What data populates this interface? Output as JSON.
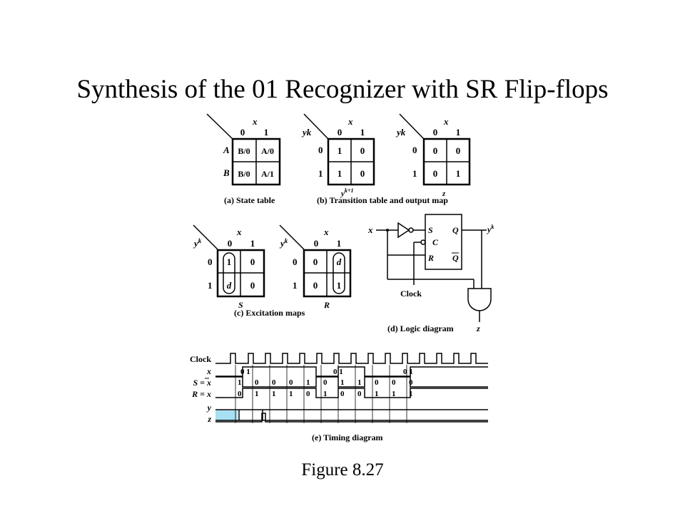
{
  "title": "Synthesis of the 01 Recognizer with SR Flip-flops",
  "figure_label": "Figure 8.27",
  "panels": {
    "state_table": {
      "caption": "(a) State table",
      "col_var": "x",
      "cols": [
        "0",
        "1"
      ],
      "rows": [
        "A",
        "B"
      ],
      "cells": [
        [
          "B/0",
          "A/0"
        ],
        [
          "B/0",
          "A/1"
        ]
      ]
    },
    "transition_table": {
      "caption": "(b) Transition table and output map",
      "row_var": "yk",
      "col_var": "x",
      "cols": [
        "0",
        "1"
      ],
      "rows": [
        "0",
        "1"
      ],
      "map1": {
        "cells": [
          [
            "1",
            "0"
          ],
          [
            "1",
            "0"
          ]
        ],
        "label": "y",
        "label_sup": "k+1"
      },
      "map2": {
        "cells": [
          [
            "0",
            "0"
          ],
          [
            "0",
            "1"
          ]
        ],
        "label": "z"
      }
    },
    "excitation": {
      "caption": "(c) Excitation maps",
      "row_var": "y",
      "row_sup": "k",
      "col_var": "x",
      "cols": [
        "0",
        "1"
      ],
      "rows": [
        "0",
        "1"
      ],
      "s_map": {
        "cells": [
          [
            "1",
            "0"
          ],
          [
            "d",
            "0"
          ]
        ],
        "label": "S"
      },
      "r_map": {
        "cells": [
          [
            "0",
            "d"
          ],
          [
            "0",
            "1"
          ]
        ],
        "label": "R"
      }
    },
    "logic": {
      "caption": "(d) Logic diagram",
      "input": "x",
      "clock": "Clock",
      "output": "z",
      "ff_s": "S",
      "ff_r": "R",
      "ff_c": "C",
      "ff_q": "Q",
      "ff_qbar": "Q",
      "q_label": "y",
      "q_sup": "k"
    },
    "timing": {
      "caption": "(e) Timing diagram",
      "signals": [
        "Clock",
        "x",
        "S = x",
        "R = x",
        "y",
        "z"
      ],
      "x_annotations": [
        "0 1",
        "0 1",
        "0 1"
      ],
      "s_values": [
        "1",
        "0",
        "0",
        "0",
        "1",
        "0",
        "1",
        "1",
        "0",
        "0",
        "0"
      ],
      "r_values": [
        "0",
        "1",
        "1",
        "1",
        "0",
        "1",
        "0",
        "0",
        "1",
        "1",
        "1"
      ]
    }
  }
}
